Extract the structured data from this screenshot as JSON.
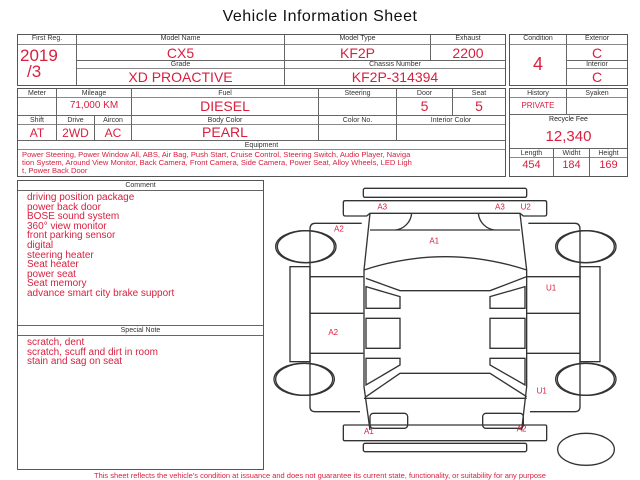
{
  "title": "Vehicle Information Sheet",
  "top": {
    "first_reg_label": "First Reg.",
    "first_reg_year": "2019",
    "first_reg_month": "/3",
    "model_name_label": "Model Name",
    "model_name": "CX5",
    "model_type_label": "Model Type",
    "model_type": "KF2P",
    "exhaust_label": "Exhaust",
    "exhaust": "2200",
    "grade_label": "Grade",
    "grade": "XD PROACTIVE",
    "chassis_label": "Chassis Number",
    "chassis": "KF2P-314394"
  },
  "condition": {
    "condition_label": "Condition",
    "condition": "4",
    "exterior_label": "Exterior",
    "exterior": "C",
    "interior_label": "Interior",
    "interior": "C"
  },
  "specs": {
    "meter_label": "Meter",
    "mileage_label": "Mileage",
    "mileage": "71,000 KM",
    "fuel_label": "Fuel",
    "fuel": "DIESEL",
    "steering_label": "Steering",
    "door_label": "Door",
    "door": "5",
    "seat_label": "Seat",
    "seat": "5",
    "shift_label": "Shift",
    "shift": "AT",
    "drive_label": "Drive",
    "drive": "2WD",
    "aircon_label": "Aircon",
    "aircon": "AC",
    "body_color_label": "Body Color",
    "body_color": "PEARL",
    "color_no_label": "Color No.",
    "interior_color_label": "Interior Color",
    "equipment_label": "Equipment",
    "equipment": "Power Steering, Power Window All, ABS, Air Bag, Push Start, Cruise Control, Steering Switch, Audio Player, Navigation System, Around View Monitor, Back Camera, Front Camera, Side Camera, Power Seat, Alloy Wheels, LED Light, Power Back Door"
  },
  "history": {
    "history_label": "History",
    "history": "PRIVATE",
    "syaken_label": "Syaken",
    "recycle_label": "Recycle Fee",
    "recycle": "12,340",
    "length_label": "Length",
    "length": "454",
    "width_label": "Widht",
    "width": "184",
    "height_label": "Height",
    "height": "169"
  },
  "comment": {
    "label": "Comment",
    "lines": [
      "driving position package",
      "power back door",
      "BOSE sound system",
      "360° view monitor",
      "front parking sensor",
      "digital",
      "steering heater",
      "Seat heater",
      "power seat",
      "Seat memory",
      "advance smart city brake support"
    ]
  },
  "special_note": {
    "label": "Special Note",
    "lines": [
      "scratch, dent",
      "scratch, scuff and dirt in room",
      "stain and sag on seat"
    ]
  },
  "damage_marks": [
    "A3",
    "A3",
    "U2",
    "A2",
    "A1",
    "U1",
    "A2",
    "U1",
    "A1",
    "A2"
  ],
  "footer": "This sheet reflects the vehicle's condition at issuance and does not guarantee its current state, functionality, or suitability for any purpose"
}
